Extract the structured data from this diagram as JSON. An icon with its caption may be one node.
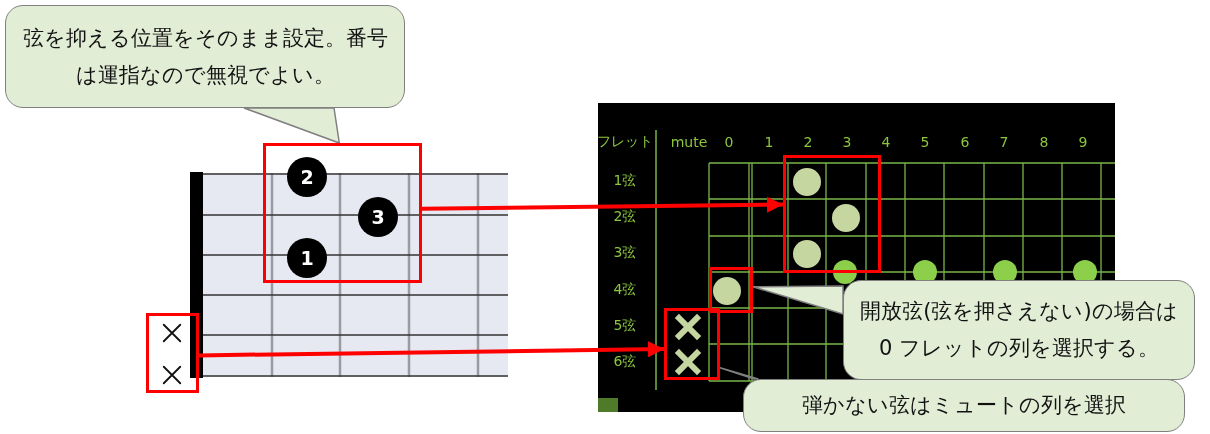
{
  "diagram": {
    "nodes": [
      {
        "text": [
          "弦を抑える位置をそのまま設定。番号は運指なので無視でよい。"
        ]
      },
      {
        "text": [],
        "shape": "box"
      },
      {
        "text": [
          "2"
        ],
        "in": 1
      },
      {
        "text": [
          "3"
        ],
        "in": 1
      },
      {
        "text": [
          "1"
        ],
        "in": 1
      },
      {
        "text": [],
        "shape": "box"
      },
      {
        "text": [],
        "shape": "box"
      },
      {
        "text": [],
        "shape": "box"
      },
      {
        "text": [],
        "shape": "box"
      },
      {
        "text": [
          "開放弦(弦を押さえない)の場合は 0 フレットの列を選択する。"
        ]
      },
      {
        "text": [
          "弾かない弦はミュートの列を選択"
        ]
      }
    ],
    "edges": [
      {
        "from": 0,
        "to": 1,
        "arrow": "none",
        "color": "#808080"
      },
      {
        "from": 1,
        "to": 6,
        "arrow": "to",
        "color": "#ff0000"
      },
      {
        "from": 5,
        "to": 8,
        "arrow": "to",
        "color": "#ff0000"
      },
      {
        "from": 9,
        "to": 7,
        "arrow": "none",
        "color": "#808080"
      },
      {
        "from": 10,
        "to": 8,
        "arrow": "none",
        "color": "#808080"
      }
    ],
    "labels": [
      "フレット",
      "mute",
      "0",
      "1",
      "2",
      "3",
      "4",
      "5",
      "6",
      "7",
      "8",
      "9",
      "1弦",
      "2弦",
      "3弦",
      "4弦",
      "5弦",
      "6弦"
    ]
  }
}
